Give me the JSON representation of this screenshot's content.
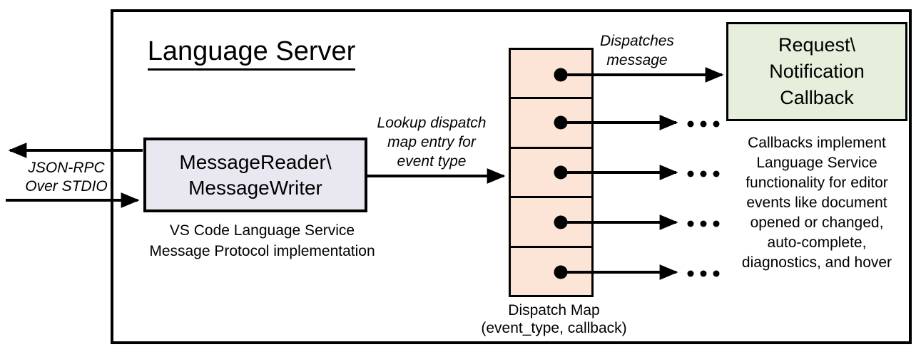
{
  "title": "Language Server",
  "json_rpc": {
    "line1": "JSON-RPC",
    "line2": "Over STDIO"
  },
  "reader_box": {
    "line1": "MessageReader\\",
    "line2": "MessageWriter"
  },
  "reader_caption": {
    "line1": "VS Code Language Service",
    "line2": "Message Protocol implementation"
  },
  "lookup": {
    "line1": "Lookup dispatch",
    "line2": "map entry for",
    "line3": "event type"
  },
  "dispatches": {
    "line1": "Dispatches",
    "line2": "message"
  },
  "callback_box": {
    "line1": "Request\\",
    "line2": "Notification",
    "line3": "Callback"
  },
  "callbacks_note": {
    "lines": [
      "Callbacks implement",
      "Language Service",
      "functionality for editor",
      "events like document",
      "opened or changed,",
      "auto-complete,",
      "diagnostics, and hover"
    ]
  },
  "map_caption": {
    "line1": "Dispatch Map",
    "line2": "(event_type, callback)"
  },
  "icons": {
    "ellipsis": "..."
  },
  "dispatch_map": {
    "cell_count": 5
  },
  "colors": {
    "reader_fill": "#e9e7f0",
    "map_fill": "#fce5d6",
    "callback_fill": "#e5efdb",
    "line": "#000000"
  }
}
